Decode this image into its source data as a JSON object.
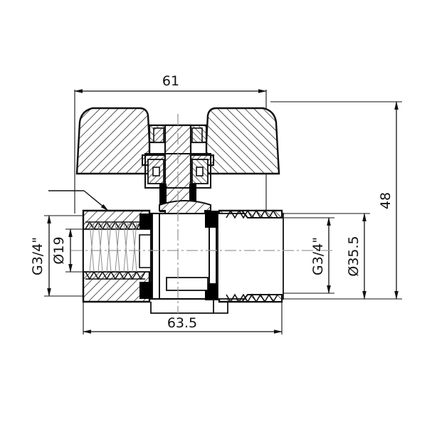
{
  "drawing": {
    "title": "Ball valve cross-section technical drawing",
    "background_color": "#ffffff",
    "line_color": "#111111",
    "centerline_color": "#9a9a9a",
    "hatch_color": "#111111",
    "seal_color": "#000000"
  },
  "dimensions": {
    "handle_width": "61",
    "body_length": "63.5",
    "overall_height": "48",
    "inlet_thread": "G3/4\"",
    "inlet_bore": "Ø19",
    "outlet_thread": "G3/4\"",
    "outlet_diameter": "Ø35.5"
  },
  "labels": [
    {
      "id": "top-61",
      "text": "61",
      "orientation": "horizontal"
    },
    {
      "id": "bottom-63-5",
      "text": "63.5",
      "orientation": "horizontal"
    },
    {
      "id": "right-48",
      "text": "48",
      "orientation": "vertical"
    },
    {
      "id": "right-d35-5",
      "text": "Ø35.5",
      "orientation": "vertical"
    },
    {
      "id": "right-g34",
      "text": "G3/4\"",
      "orientation": "vertical"
    },
    {
      "id": "left-g34",
      "text": "G3/4\"",
      "orientation": "vertical"
    },
    {
      "id": "left-d19",
      "text": "Ø19",
      "orientation": "vertical"
    }
  ],
  "parts": [
    {
      "id": "handle-left-wing",
      "name": "butterfly-handle-left"
    },
    {
      "id": "handle-right-wing",
      "name": "butterfly-handle-right"
    },
    {
      "id": "stem-nut",
      "name": "stem-retaining-nut"
    },
    {
      "id": "stem",
      "name": "valve-stem"
    },
    {
      "id": "packing-gland",
      "name": "packing-gland"
    },
    {
      "id": "ball",
      "name": "valve-ball"
    },
    {
      "id": "seat-left",
      "name": "ptfe-seat-left"
    },
    {
      "id": "seat-right",
      "name": "ptfe-seat-right"
    },
    {
      "id": "body-inlet",
      "name": "female-threaded-inlet"
    },
    {
      "id": "body-outlet",
      "name": "male-threaded-outlet"
    }
  ],
  "leader": {
    "id": "body-leader",
    "name": "body-leader-line",
    "text": ""
  }
}
